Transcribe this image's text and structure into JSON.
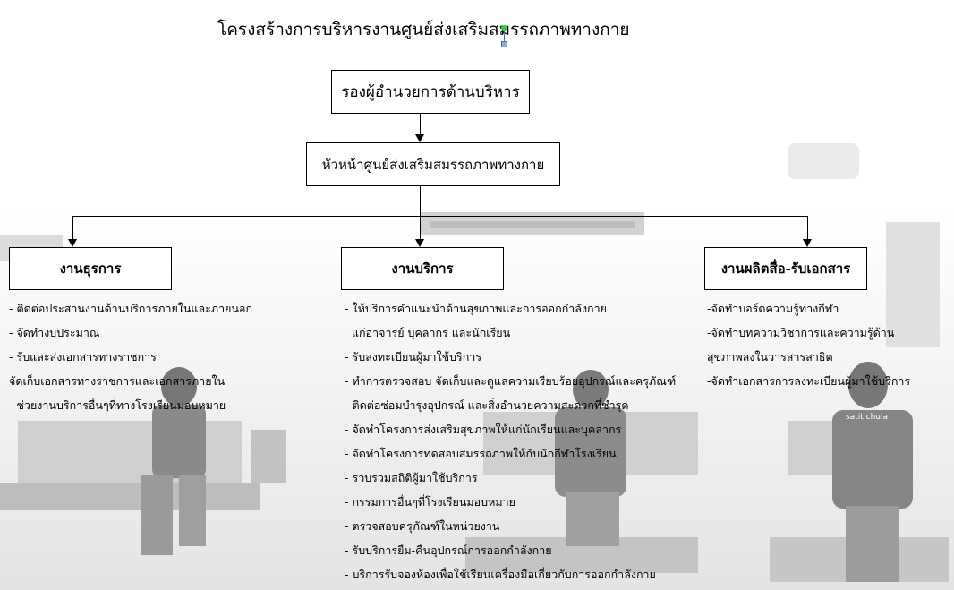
{
  "title": "โครงสร้างการบริหารงานศูนย์ส่งเสริมสมรรถภาพทางกาย",
  "nodes": {
    "deputy": "รองผู้อำนวยการด้านบริหาร",
    "head": "หัวหน้าศูนย์ส่งเสริมสมรรถภาพทางกาย"
  },
  "departments": [
    {
      "name": "งานธุรการ",
      "items": [
        "- ติดต่อประสานงานด้านบริการภายในและภายนอก",
        "- จัดทำงบประมาณ",
        "- รับและส่งเอกสารทางราชการ",
        "จัดเก็บเอกสารทางราชการและเอกสารภายใน",
        "- ช่วยงานบริการอื่นๆที่ทางโรงเรียนมอบหมาย"
      ]
    },
    {
      "name": "งานบริการ",
      "items": [
        "- ให้บริการคำแนะนำด้านสุขภาพและการออกกำลังกาย",
        "แก่อาจารย์ บุคลากร และนักเรียน",
        "- รับลงทะเบียนผู้มาใช้บริการ",
        "- ทำการตรวจสอบ จัดเก็บและดูแลความเรียบร้อยอุปกรณ์และครุภัณฑ์",
        "- ติดต่อซ่อมบำรุงอุปกรณ์ และสิ่งอำนวยความสะดวกที่ชำรุด",
        "- จัดทำโครงการส่งเสริมสุขภาพให้แก่นักเรียนและบุคลากร",
        "- จัดทำโครงการทดสอบสมรรถภาพให้กับนักกีฬาโรงเรียน",
        "- รวบรวมสถิติผู้มาใช้บริการ",
        "- กรรมการอื่นๆที่โรงเรียนมอบหมาย",
        "- ตรวจสอบครุภัณฑ์ในหน่วยงาน",
        "- รับบริการยืม-คืนอุปกรณ์การออกกำลังกาย",
        "- บริการรับจองห้องเพื่อใช้เรียนเครื่องมือเกี่ยวกับการออกกำลังกาย"
      ]
    },
    {
      "name": "งานผลิตสื่อ-รับเอกสาร",
      "items": [
        "-จัดทำบอร์ดความรู้ทางกีฬา",
        "-จัดทำบทความวิชาการและความรู้ด้าน",
        "สุขภาพลงในวารสารสาธิต",
        "-จัดทำเอกสารการลงทะเบียนผู้มาใช้บริการ"
      ]
    }
  ],
  "background": {
    "shirt_text": "satit chula"
  }
}
